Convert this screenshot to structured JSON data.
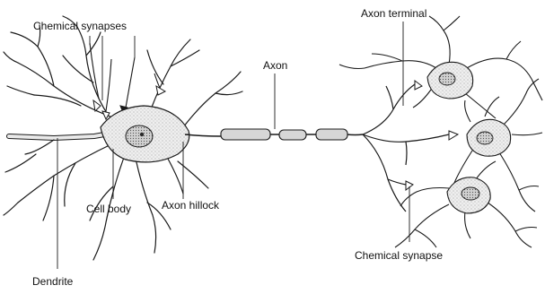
{
  "labels": {
    "chemical_synapses": "Chemical synapses",
    "axon_terminal": "Axon terminal",
    "axon": "Axon",
    "cell_body": "Cell body",
    "axon_hillock": "Axon hillock",
    "chemical_synapse": "Chemical synapse",
    "dendrite": "Dendrite"
  },
  "colors": {
    "ink": "#1a1a1a",
    "cell_fill": "#ededed",
    "nucleus_fill": "#cfcfcf",
    "myelin_fill": "#d6d6d6",
    "background": "#ffffff"
  }
}
